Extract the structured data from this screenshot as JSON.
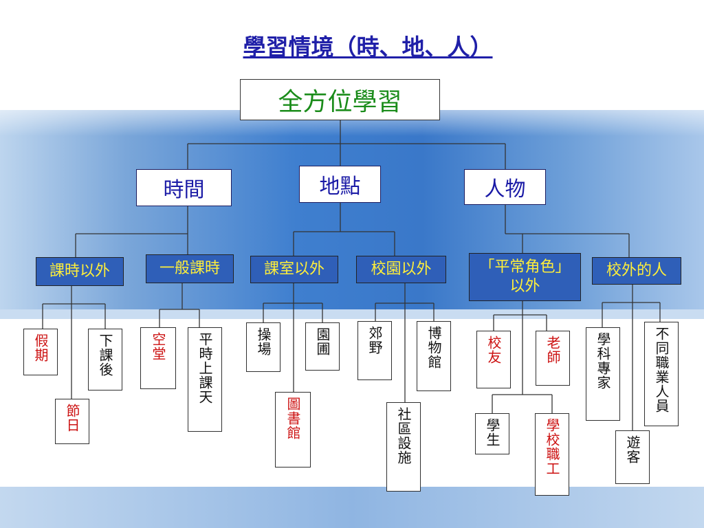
{
  "title": "學習情境（時、地、人）",
  "root": "全方位學習",
  "categories": [
    "時間",
    "地點",
    "人物"
  ],
  "subcategories": [
    "課時以外",
    "一般課時",
    "課室以外",
    "校園以外",
    "「平常角色」\n以外",
    "校外的人"
  ],
  "leaves": [
    "假期",
    "節日",
    "下課後",
    "空堂",
    "平時上課天",
    "操場",
    "圖書館",
    "園圃",
    "郊野",
    "社區設施",
    "博物館",
    "校友",
    "學生",
    "學校職工",
    "老師",
    "學科專家",
    "遊客",
    "不同職業人員"
  ],
  "colors": {
    "title": "#1f1fa8",
    "root_text": "#1a8c1a",
    "category_text": "#1a1aa6",
    "sub_fill": "#2f5fb8",
    "sub_text": "#ffef3a",
    "leaf_red": "#cc1111",
    "leaf_black": "#111111"
  }
}
